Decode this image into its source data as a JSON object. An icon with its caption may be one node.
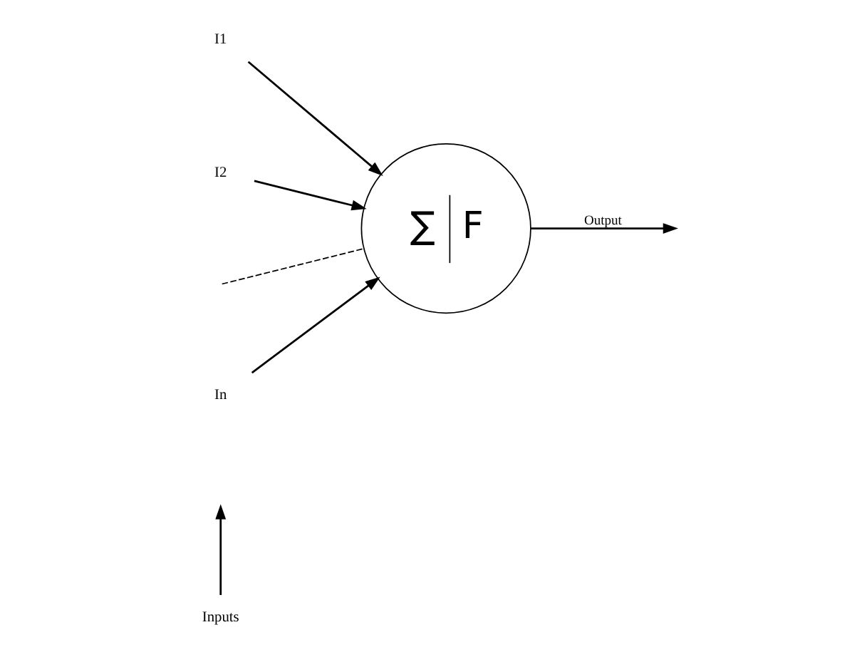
{
  "diagram": {
    "nodes": [
      {
        "text": [
          "I1"
        ]
      },
      {
        "text": [
          "I2"
        ]
      },
      {
        "text": [
          "∑",
          "F"
        ]
      },
      {
        "text": [
          "In"
        ]
      },
      {
        "text": [
          "Inputs"
        ]
      }
    ],
    "edges": [
      {
        "from": 0,
        "to": 2,
        "arrow": "to"
      },
      {
        "from": 1,
        "to": 2,
        "arrow": "to"
      },
      {
        "from": null,
        "to": 2,
        "arrow": "none",
        "style": "dashed"
      },
      {
        "from": 3,
        "to": 2,
        "arrow": "to"
      },
      {
        "from": 2,
        "to": null,
        "arrow": "to",
        "label": "Output"
      },
      {
        "from": 4,
        "to": null,
        "arrow": "to"
      }
    ]
  }
}
